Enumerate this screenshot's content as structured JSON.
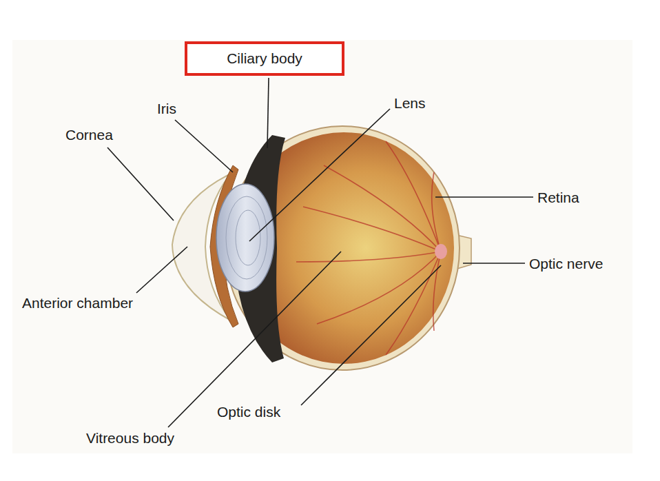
{
  "diagram": {
    "nodes": [
      {
        "text": [
          "Ciliary body"
        ]
      }
    ],
    "labels": [
      "Iris",
      "Lens",
      "Cornea",
      "Retina",
      "Optic nerve",
      "Anterior chamber",
      "Optic disk",
      "Vitreous body"
    ]
  }
}
